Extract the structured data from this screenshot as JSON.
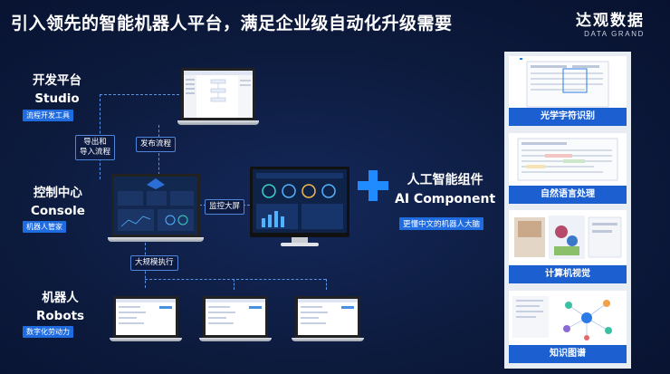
{
  "title": "引入领先的智能机器人平台，满足企业级自动化升级需要",
  "logo": {
    "cn": "达观数据",
    "en": "DATA GRAND"
  },
  "studio": {
    "title": "开发平台",
    "subtitle": "Studio",
    "tag": "流程开发工具"
  },
  "console": {
    "title": "控制中心",
    "subtitle": "Console",
    "tag": "机器人管家"
  },
  "robots": {
    "title": "机器人",
    "subtitle": "Robots",
    "tag": "数字化劳动力"
  },
  "ai": {
    "title": "人工智能组件",
    "subtitle": "AI Component",
    "tag": "更懂中文的机器人大脑"
  },
  "connectors": {
    "export_import": "导出和\n导入流程",
    "publish": "发布流程",
    "monitor": "监控大屏",
    "mass_exec": "大规模执行"
  },
  "ai_components": [
    {
      "label": "光学字符识别",
      "icon": "ocr-icon"
    },
    {
      "label": "自然语言处理",
      "icon": "nlp-icon"
    },
    {
      "label": "计算机视觉",
      "icon": "cv-icon"
    },
    {
      "label": "知识图谱",
      "icon": "knowledge-graph-icon"
    }
  ],
  "colors": {
    "accent": "#1f6be0",
    "plus": "#1f8bff",
    "background": "#0c1a3c"
  }
}
